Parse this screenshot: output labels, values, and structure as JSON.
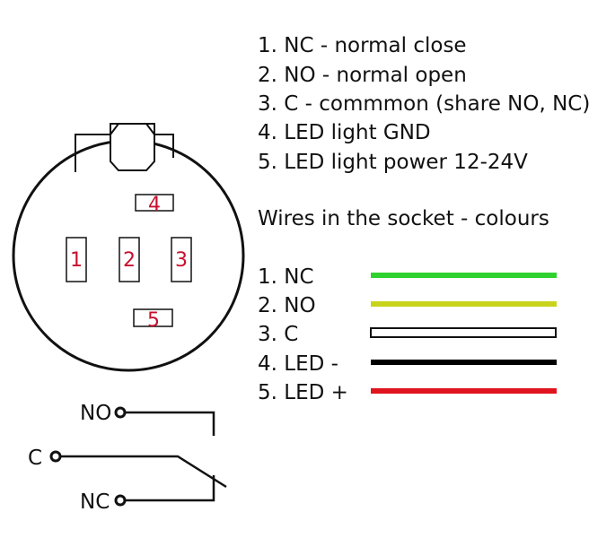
{
  "pin_list": [
    "1. NC - normal close",
    "2. NO - normal open",
    "3. C - commmon (share NO, NC)",
    "4. LED light GND",
    "5. LED light power 12-24V"
  ],
  "wires_title": "Wires in the socket - colours",
  "wires": [
    {
      "label": "1. NC",
      "color": "#2fd12f",
      "style": "solid"
    },
    {
      "label": "2. NO",
      "color": "#c8d41c",
      "style": "solid"
    },
    {
      "label": "3. C",
      "color": "#ffffff",
      "style": "outlined"
    },
    {
      "label": "4. LED -",
      "color": "#000000",
      "style": "solid"
    },
    {
      "label": "5. LED +",
      "color": "#e0141e",
      "style": "solid"
    }
  ],
  "connector_pins": [
    "1",
    "2",
    "3",
    "4",
    "5"
  ],
  "switch_labels": {
    "no": "NO",
    "c": "C",
    "nc": "NC"
  },
  "colors": {
    "pin_label": "#c8102e",
    "line": "#111111"
  }
}
